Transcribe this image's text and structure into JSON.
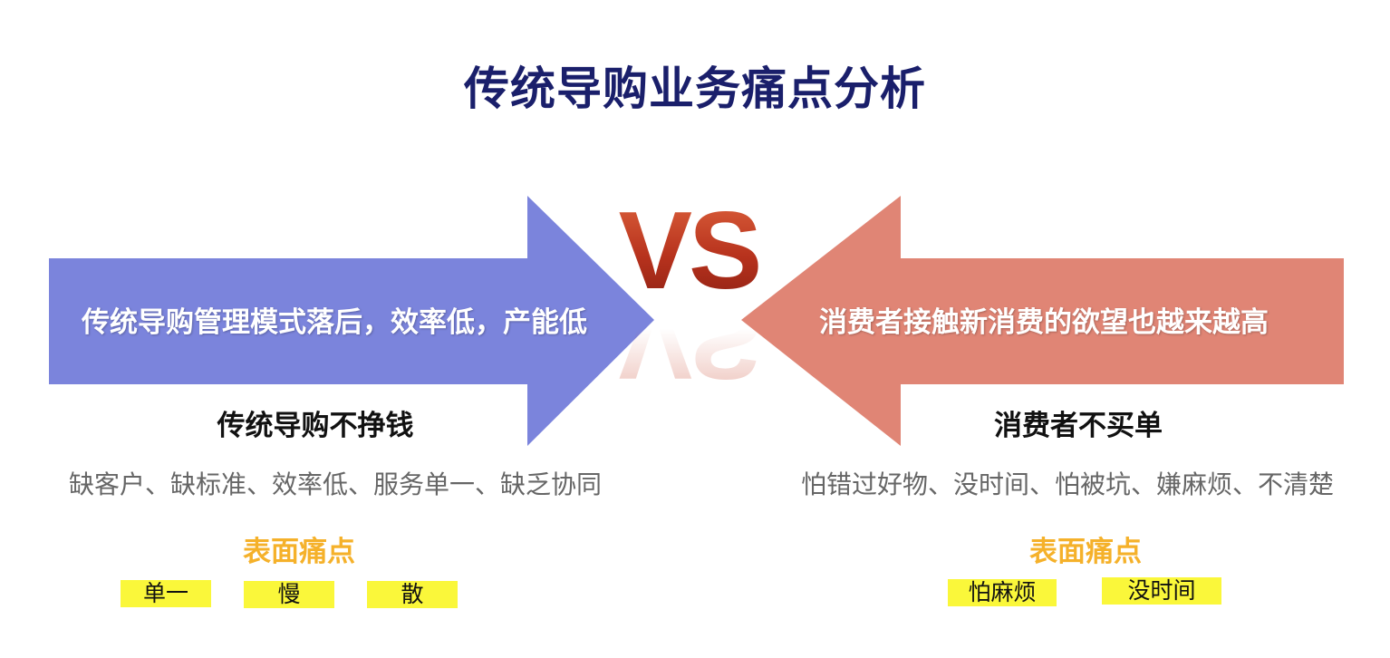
{
  "title": "传统导购业务痛点分析",
  "vs_text": "VS",
  "colors": {
    "left_arrow": "#7b84dc",
    "right_arrow": "#e08575",
    "title": "#1a1f6b",
    "surface": "#f5b12a",
    "tag_bg": "#faf73a",
    "vs": "#c7432a"
  },
  "left": {
    "arrow_text": "传统导购管理模式落后，效率低，产能低",
    "heading": "传统导购不挣钱",
    "detail": "缺客户、缺标准、效率低、服务单一、缺乏协同",
    "surface_label": "表面痛点",
    "tags": [
      "单一",
      "慢",
      "散"
    ]
  },
  "right": {
    "arrow_text": "消费者接触新消费的欲望也越来越高",
    "heading": "消费者不买单",
    "detail": "怕错过好物、没时间、怕被坑、嫌麻烦、不清楚",
    "surface_label": "表面痛点",
    "tags": [
      "怕麻烦",
      "没时间"
    ]
  }
}
